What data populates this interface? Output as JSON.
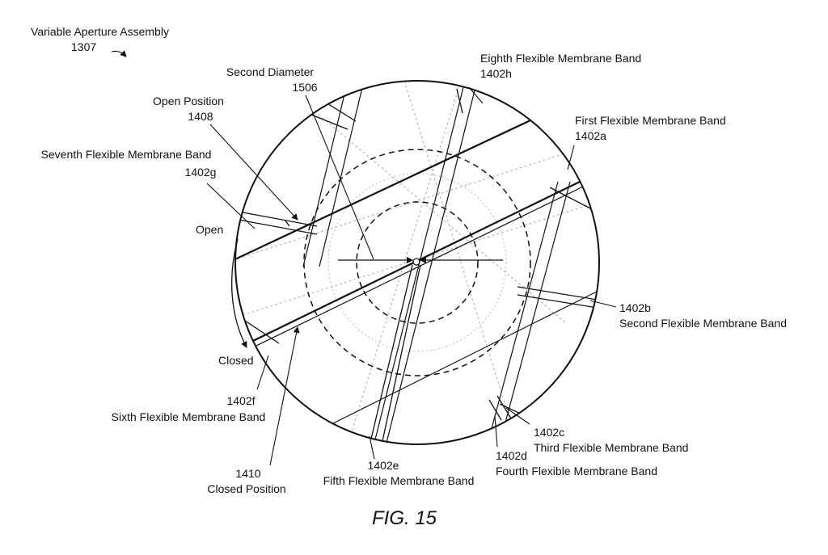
{
  "labels": {
    "assembly_name": "Variable Aperture Assembly",
    "assembly_ref": "1307",
    "second_diameter_name": "Second Diameter",
    "second_diameter_ref": "1506",
    "open_position_name": "Open Position",
    "open_position_ref": "1408",
    "seventh_band_name": "Seventh Flexible Membrane Band",
    "seventh_band_ref": "1402g",
    "open_text": "Open",
    "closed_text": "Closed",
    "sixth_band_ref": "1402f",
    "sixth_band_name": "Sixth Flexible Membrane Band",
    "closed_position_ref": "1410",
    "closed_position_name": "Closed Position",
    "fifth_band_ref": "1402e",
    "fifth_band_name": "Fifth Flexible Membrane Band",
    "fourth_band_ref": "1402d",
    "fourth_band_name": "Fourth Flexible Membrane Band",
    "third_band_ref": "1402c",
    "third_band_name": "Third Flexible Membrane Band",
    "second_band_ref": "1402b",
    "second_band_name": "Second Flexible Membrane Band",
    "first_band_name": "First Flexible Membrane Band",
    "first_band_ref": "1402a",
    "eighth_band_name": "Eighth Flexible Membrane Band",
    "eighth_band_ref": "1402h"
  },
  "caption": "FIG. 15",
  "colors": {
    "line": "#111111",
    "faint": "#b8b8b8",
    "background": "#ffffff"
  }
}
